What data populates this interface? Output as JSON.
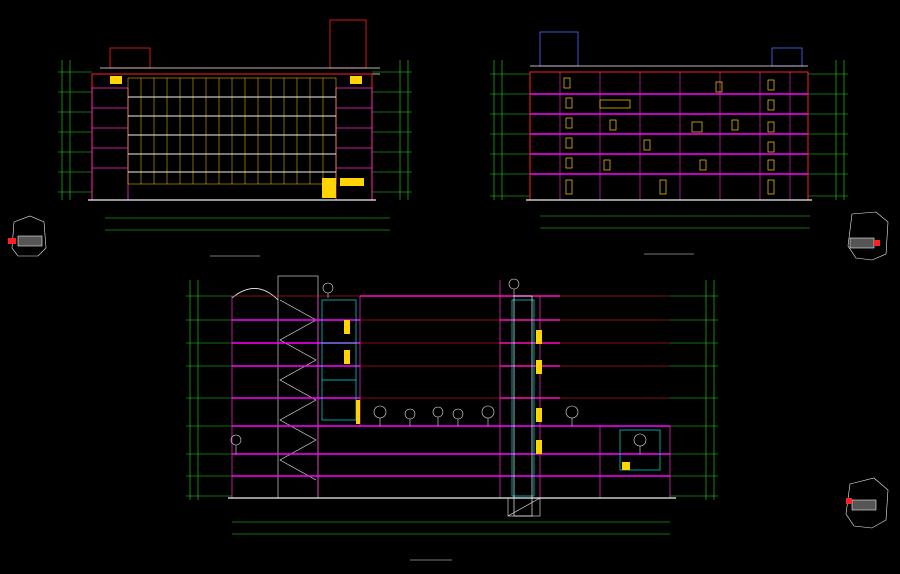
{
  "viewport": {
    "background": "#000000"
  },
  "colors": {
    "wall": "#ff2bd6",
    "slab": "#ff00ff",
    "column_red": "#ff2020",
    "window": "#ffd400",
    "grid_cyan": "#00e5e5",
    "dimension_green": "#22dd22",
    "outline_white": "#f0f0f0",
    "roof_blue": "#4d6bff",
    "tree": "#e8e8e8"
  },
  "drawings": [
    {
      "id": "elevation-a",
      "title": "",
      "scale": ""
    },
    {
      "id": "elevation-b",
      "title": "",
      "scale": ""
    },
    {
      "id": "section-1",
      "title": "",
      "scale": ""
    }
  ],
  "key_plans": [
    {
      "id": "key-plan-left",
      "caption": ""
    },
    {
      "id": "key-plan-right-top",
      "caption": ""
    },
    {
      "id": "key-plan-right-bottom",
      "caption": ""
    }
  ],
  "floors": {
    "elevation_a": 6,
    "elevation_b": 6,
    "section_1": 9
  }
}
